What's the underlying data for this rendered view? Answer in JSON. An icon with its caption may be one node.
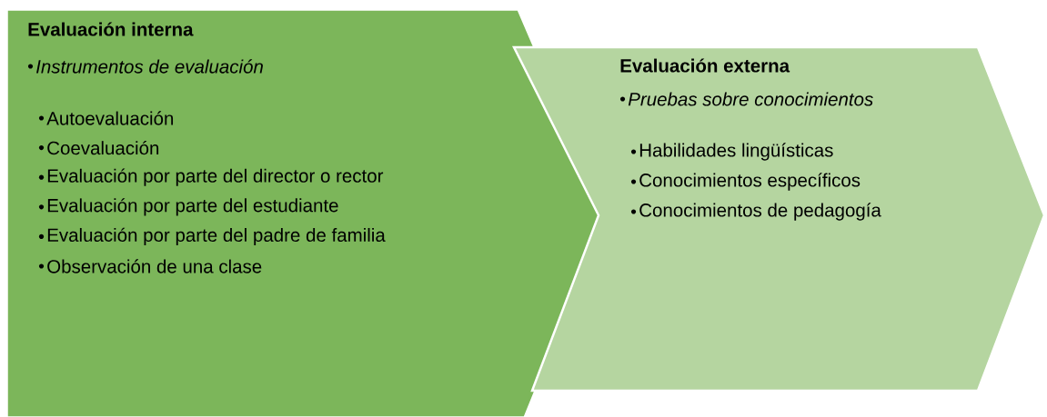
{
  "diagram": {
    "nodes": [
      {
        "text": [
          "Evaluación interna",
          "Instrumentos de evaluación",
          "Autoevaluación",
          "Coevaluación",
          "Evaluación por parte del director o rector",
          "Evaluación por parte del estudiante",
          "Evaluación por parte del padre de familia",
          "Observación de una clase"
        ]
      },
      {
        "text": [
          "Evaluación externa",
          "Pruebas sobre conocimientos",
          "Habilidades lingüísticas",
          "Conocimientos específicos",
          "Conocimientos de pedagogía"
        ]
      }
    ]
  }
}
